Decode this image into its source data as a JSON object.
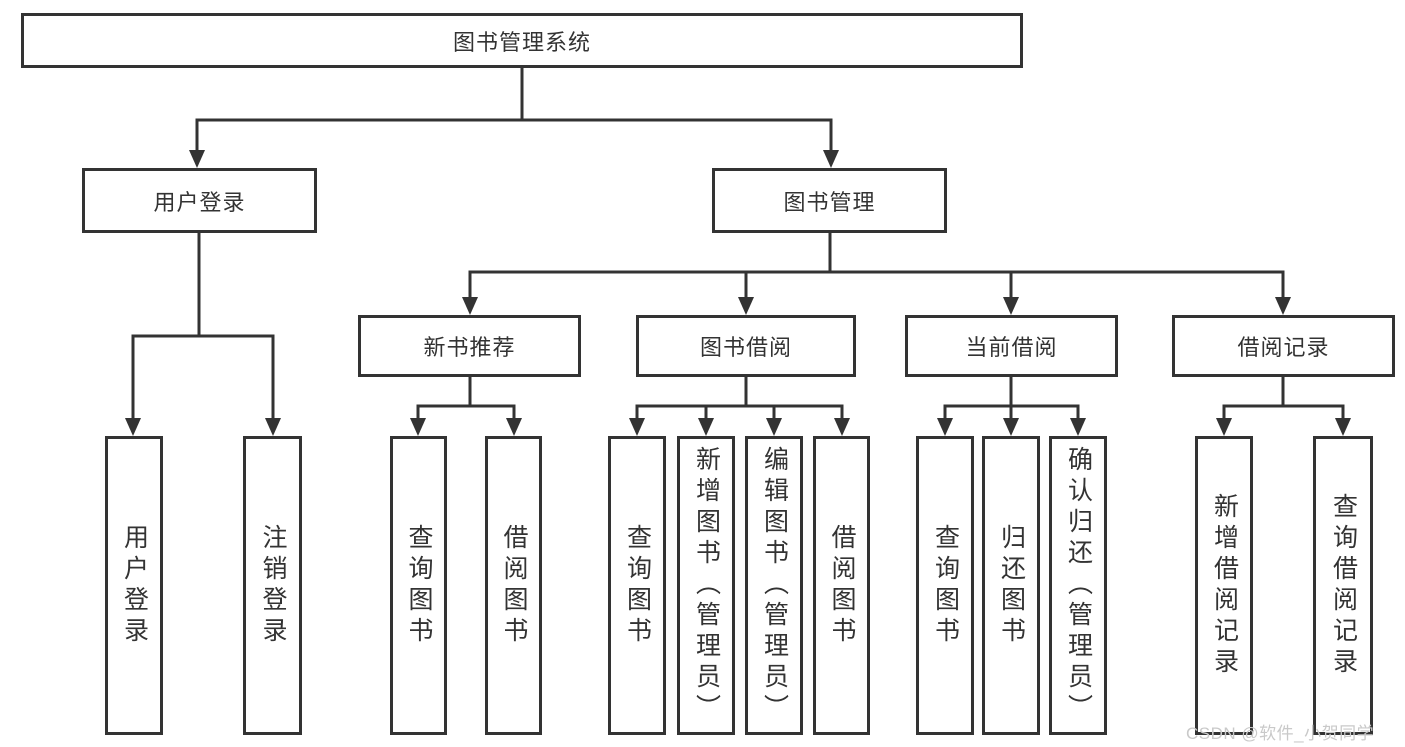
{
  "diagram_type": "hierarchy-tree",
  "tree": {
    "label": "图书管理系统",
    "children": [
      {
        "label": "用户登录",
        "children": [
          {
            "label": "用户登录"
          },
          {
            "label": "注销登录"
          }
        ]
      },
      {
        "label": "图书管理",
        "children": [
          {
            "label": "新书推荐",
            "children": [
              {
                "label": "查询图书"
              },
              {
                "label": "借阅图书"
              }
            ]
          },
          {
            "label": "图书借阅",
            "children": [
              {
                "label": "查询图书"
              },
              {
                "label": "新增图书（管理员）"
              },
              {
                "label": "编辑图书（管理员）"
              },
              {
                "label": "借阅图书"
              }
            ]
          },
          {
            "label": "当前借阅",
            "children": [
              {
                "label": "查询图书"
              },
              {
                "label": "归还图书"
              },
              {
                "label": "确认归还（管理员）"
              }
            ]
          },
          {
            "label": "借阅记录",
            "children": [
              {
                "label": "新增借阅记录"
              },
              {
                "label": "查询借阅记录"
              }
            ]
          }
        ]
      }
    ]
  },
  "watermark": {
    "text": "CSDN @软件_小贺同学"
  },
  "colors": {
    "line": "#333333",
    "box_border": "#333333",
    "box_fill": "#ffffff",
    "text": "#333333",
    "watermark": "#c9c9c9",
    "background": "#ffffff"
  }
}
